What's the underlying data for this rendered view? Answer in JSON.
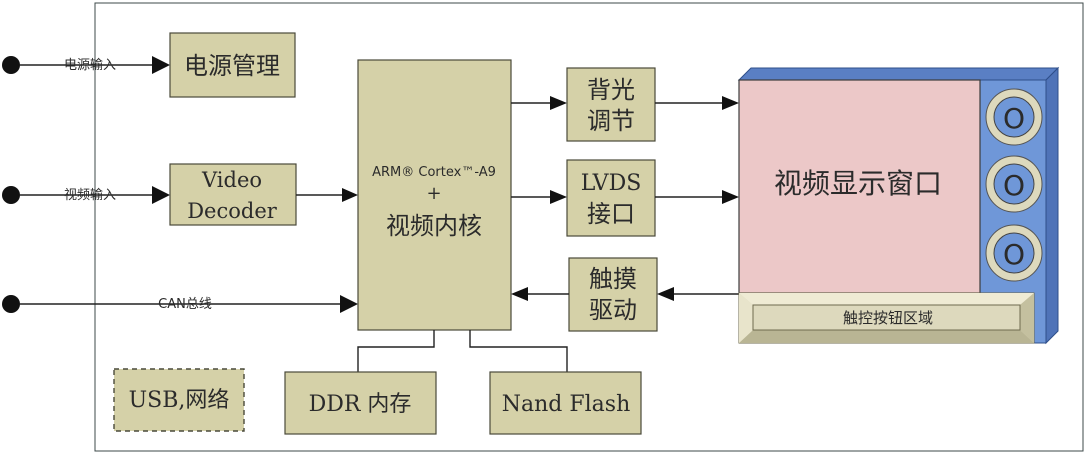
{
  "inputs": {
    "power": "电源输入",
    "video": "视频输入",
    "can": "CAN总线"
  },
  "blocks": {
    "power_mgmt": "电源管理",
    "video_decoder_line1": "Video",
    "video_decoder_line2": "Decoder",
    "core_line1": "ARM® Cortex™-A9",
    "core_plus": "+",
    "core_line2": "视频内核",
    "backlight_line1": "背光",
    "backlight_line2": "调节",
    "lvds_line1": "LVDS",
    "lvds_line2": "接口",
    "touch_line1": "触摸",
    "touch_line2": "驱动",
    "usb_network": "USB,网络",
    "ddr": "DDR 内存",
    "nand": "Nand Flash"
  },
  "display": {
    "window_label": "视频显示窗口",
    "touch_area_label": "触控按钮区域",
    "button_glyph": "O"
  },
  "colors": {
    "block_fill": "#d5d1a8",
    "display_fill": "#ecc8c8",
    "bezel_blue": "#6f97d8",
    "touch_strip": "#ddd9bd"
  }
}
